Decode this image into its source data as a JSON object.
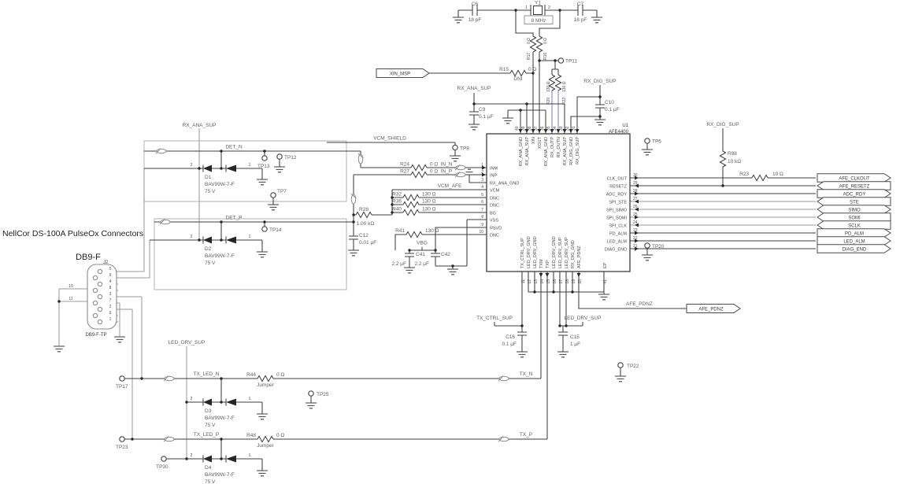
{
  "title": "NellCor DS-100A PulseOx Connectors",
  "colors": {
    "wire": "#3d3d3d",
    "gray": "#999999",
    "blue": "#8585cc",
    "shield": "#b8b8b8"
  },
  "connector": {
    "name": "DB9-F",
    "ref": "J2",
    "footer": "DB9-F-TP",
    "pins_right": [
      "5",
      "9",
      "4",
      "8",
      "3",
      "7",
      "2",
      "6",
      "1"
    ],
    "pins_left": [
      "10",
      "11"
    ]
  },
  "ic": {
    "ref": "U1",
    "part": "AFE4400",
    "ep_name": "EP",
    "ep_num": "41",
    "left": [
      {
        "n": "1",
        "name": "INM"
      },
      {
        "n": "2",
        "name": "INP"
      },
      {
        "n": "3",
        "name": "RX_ANA_GND"
      },
      {
        "n": "4",
        "name": "VCM"
      },
      {
        "n": "5",
        "name": "DNC"
      },
      {
        "n": "6",
        "name": "DNC"
      },
      {
        "n": "7",
        "name": "BG"
      },
      {
        "n": "8",
        "name": "VSS"
      },
      {
        "n": "9",
        "name": "RSVD"
      },
      {
        "n": "10",
        "name": "DNC"
      }
    ],
    "right": [
      {
        "n": "30",
        "name": "CLK_OUT"
      },
      {
        "n": "29",
        "name": "RESETZ"
      },
      {
        "n": "28",
        "name": "ADC_RDY"
      },
      {
        "n": "27",
        "name": "SPI_STE"
      },
      {
        "n": "26",
        "name": "SPI_SIMO"
      },
      {
        "n": "25",
        "name": "SPI_SOMI"
      },
      {
        "n": "24",
        "name": "SPI_CLK"
      },
      {
        "n": "23",
        "name": "PD_ALM"
      },
      {
        "n": "22",
        "name": "LED_ALM"
      },
      {
        "n": "21",
        "name": "DIAG_END"
      }
    ],
    "top": [
      {
        "n": "40",
        "name": "RX_ANA_GND"
      },
      {
        "n": "39",
        "name": "RX_ANA_SUP"
      },
      {
        "n": "38",
        "name": "XIN"
      },
      {
        "n": "37",
        "name": "XOUT"
      },
      {
        "n": "36",
        "name": "RX_ANA_GND"
      },
      {
        "n": "35",
        "name": "RX_OUTP"
      },
      {
        "n": "34",
        "name": "RX_OUTN"
      },
      {
        "n": "33",
        "name": "RX_ANA_SUP"
      },
      {
        "n": "32",
        "name": "RX_DIG_GND"
      },
      {
        "n": "31",
        "name": "RX_DIG_SUP"
      }
    ],
    "bottom": [
      {
        "n": "11",
        "name": "TX_CTRL_SUP"
      },
      {
        "n": "12",
        "name": "LED_DRV_GND"
      },
      {
        "n": "13",
        "name": "LED_DRV_GND"
      },
      {
        "n": "14",
        "name": "TXM"
      },
      {
        "n": "15",
        "name": "TXP"
      },
      {
        "n": "16",
        "name": "LED_DRV_GND"
      },
      {
        "n": "17",
        "name": "LED_DRV_SUP"
      },
      {
        "n": "18",
        "name": "LED_DRV_SUP"
      },
      {
        "n": "19",
        "name": "RX_DIG_GND"
      },
      {
        "n": "20",
        "name": "AFE_PDNZ"
      }
    ]
  },
  "flags": {
    "xin_msp": "XIN_MSP",
    "afe_pdnz": "AFE_PDNZ",
    "right": [
      {
        "label": "AFE_CLKOUT"
      },
      {
        "label": "AFE_RESETZ"
      },
      {
        "label": "ADC_RDY"
      },
      {
        "label": "STE"
      },
      {
        "label": "SIMO"
      },
      {
        "label": "SOMI"
      },
      {
        "label": "SCLK"
      },
      {
        "label": "PD_ALM"
      },
      {
        "label": "LED_ALM"
      },
      {
        "label": "DIAG_END"
      }
    ]
  },
  "nets": {
    "rx_ana_sup": "RX_ANA_SUP",
    "rx_dig_sup": "RX_DIG_SUP",
    "det_n": "DET_N",
    "det_p": "DET_P",
    "vcm_shield": "VCM_SHIELD",
    "vcm_afe": "VCM_AFE",
    "vbg": "VBG",
    "tx_ctrl_sup": "TX_CTRL_SUP",
    "led_drv_sup": "LED_DRV_SUP",
    "tx_led_n": "TX_LED_N",
    "tx_led_p": "TX_LED_P",
    "tx_n": "TX_N",
    "tx_p": "TX_P",
    "afe_pdnz": "AFE_PDNZ"
  },
  "tp": {
    "tp6": "TP6",
    "tp7": "TP7",
    "tp8": "TP8",
    "tp11": "TP11",
    "tp12": "TP12",
    "tp13": "TP13",
    "tp14": "TP14",
    "tp17": "TP17",
    "tp20": "TP20",
    "tp22": "TP22",
    "tp23": "TP23",
    "tp25": "TP25",
    "tp30": "TP30"
  },
  "parts": {
    "c6": {
      "ref": "C6",
      "val": "18 pF"
    },
    "y1": {
      "ref": "Y1",
      "val": "8 MHz",
      "p1": "1",
      "p2": "2"
    },
    "c7": {
      "ref": "C7",
      "val": "18 pF"
    },
    "r17": {
      "ref": "R17",
      "val": "0 Ω"
    },
    "r16": {
      "ref": "R16",
      "val": "0 Ω"
    },
    "r15": {
      "ref": "R15",
      "val": "0 Ω",
      "note": "DNI"
    },
    "r20": {
      "ref": "R20",
      "val": "130 Ω"
    },
    "r22": {
      "ref": "R22",
      "val": "130 Ω"
    },
    "c9": {
      "ref": "C9",
      "val": "0.1 µF"
    },
    "c10": {
      "ref": "C10",
      "val": "0.1 µF"
    },
    "r98": {
      "ref": "R98",
      "val": "10 kΩ"
    },
    "r23": {
      "ref": "R23",
      "val": "10 Ω"
    },
    "r24": {
      "ref": "R24",
      "val": "0 Ω",
      "net": "IN_N"
    },
    "r27": {
      "ref": "R27",
      "val": "0 Ω",
      "net": "IN_P"
    },
    "r28": {
      "ref": "R28",
      "val": "1.00 kΩ"
    },
    "c12": {
      "ref": "C12",
      "val": "0.01 µF"
    },
    "r32": {
      "ref": "R32",
      "val": "130 Ω"
    },
    "r36": {
      "ref": "R36",
      "val": "130 Ω"
    },
    "r40": {
      "ref": "R40",
      "val": "130 Ω"
    },
    "r41": {
      "ref": "R41",
      "val": "130 Ω"
    },
    "c41": {
      "ref": "C41",
      "val": "2.2 µF"
    },
    "c42": {
      "ref": "C42",
      "val": "2.2 µF"
    },
    "c16": {
      "ref": "C16",
      "val": "0.1 µF"
    },
    "c15": {
      "ref": "C15",
      "val": "1 µF"
    },
    "r44": {
      "ref": "R44",
      "val": "0 Ω",
      "note": "Jumper"
    },
    "r48": {
      "ref": "R48",
      "val": "0 Ω",
      "note": "Jumper"
    },
    "d1": {
      "ref": "D1",
      "part": "BAV99W-7-F",
      "volt": "75 V",
      "p1": "1",
      "p2": "2"
    },
    "d2": {
      "ref": "D2",
      "part": "BAV99W-7-F",
      "volt": "75 V",
      "p1": "1",
      "p2": "2"
    },
    "d3": {
      "ref": "D3",
      "part": "BAV99W-7-F",
      "volt": "75 V",
      "p1": "1",
      "p2": "2"
    },
    "d4": {
      "ref": "D4",
      "part": "BAV99W-7-F",
      "volt": "75 V",
      "p1": "1",
      "p2": "2"
    }
  }
}
